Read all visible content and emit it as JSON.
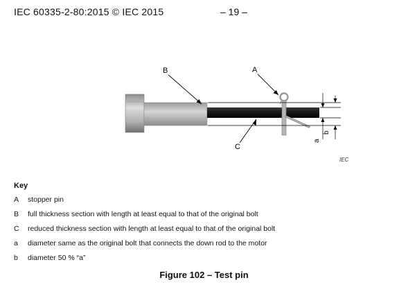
{
  "header": {
    "standard": "IEC 60335-2-80:2015 © IEC 2015",
    "page": "– 19 –"
  },
  "figure": {
    "labels": {
      "A": "A",
      "B": "B",
      "C": "C",
      "a": "a",
      "b": "b"
    },
    "source_mark": "IEC"
  },
  "key": {
    "heading": "Key",
    "items": [
      {
        "label": "A",
        "text": "stopper pin"
      },
      {
        "label": "B",
        "text": "full thickness section with length at least equal to that of the original bolt"
      },
      {
        "label": "C",
        "text": "reduced thickness section with length at least equal to that of the original bolt"
      },
      {
        "label": "a",
        "text": "diameter same as the original bolt that connects the down rod to the motor"
      },
      {
        "label": "b",
        "text": "diameter 50 % “a”"
      }
    ]
  },
  "caption": "Figure 102 – Test pin"
}
